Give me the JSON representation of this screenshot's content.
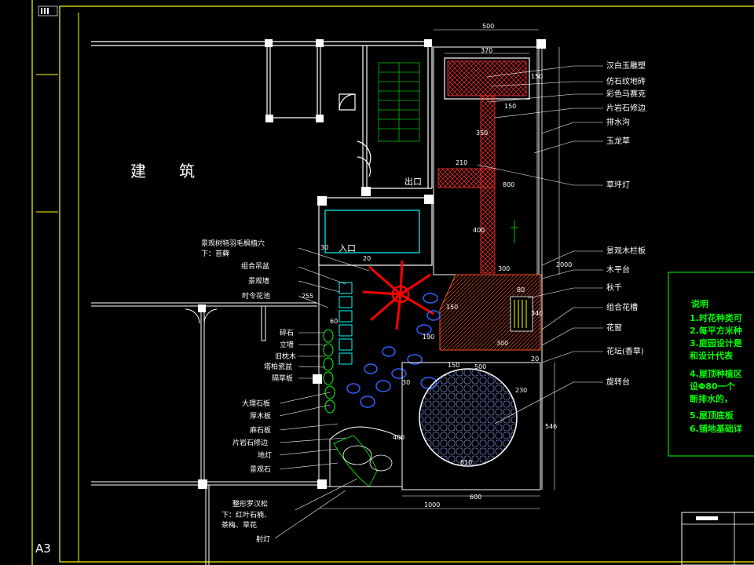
{
  "sheet": {
    "size_label": "A3"
  },
  "building": {
    "char1": "建",
    "char2": "筑"
  },
  "openings": {
    "exit": "出口",
    "entry": "入口"
  },
  "dims": {
    "d500": "500",
    "d370": "370",
    "d150a": "150",
    "d150b": "150",
    "d350": "350",
    "d210": "210",
    "d800": "800",
    "d400": "400",
    "d2000": "2000",
    "d300a": "300",
    "d80": "80",
    "d340": "340",
    "d300b": "300",
    "d150c": "150",
    "d500b": "500",
    "d150d": "150",
    "d190": "190",
    "d30a": "30",
    "d30b": "30",
    "d20": "20",
    "d60": "60",
    "d255": "255",
    "d20b": "20",
    "d230": "230",
    "d546": "546",
    "d810": "810",
    "d600": "600",
    "d1000": "1000",
    "d400b": "400"
  },
  "right_labels": [
    "汉白玉雕塑",
    "仿石纹地砖",
    "彩色马赛克",
    "片岩石修边",
    "排水沟",
    "玉龙草",
    "草坪灯",
    "景观木栏板",
    "木平台",
    "秋千",
    "组合花槽",
    "花窗",
    "花坛(香草)",
    "旋转台"
  ],
  "left_labels": {
    "tree_pit_1": "景观树特羽毛枫植穴",
    "tree_pit_2": "下：苔藓",
    "planter": "组合吊盆",
    "wall": "景观墙",
    "bench": "时令花池",
    "stepping": "碎石",
    "upright": "立墙",
    "sleeper": "旧枕木",
    "pot": "塔柏瓷盆",
    "grass_board": "隔草板",
    "marble": "大理石板",
    "timber": "厚木板",
    "slab": "麻石板",
    "edge": "片岩石修边",
    "lamp": "地灯",
    "rock": "景观石"
  },
  "bottom_labels": {
    "pine_1": "整形罗汉松",
    "pine_2": "下：红叶石楠、",
    "pine_3": "茶梅、草花",
    "spot": "射灯"
  },
  "notes": {
    "title": "说明",
    "lines": [
      "1.时花种类可",
      "2.每平方米种",
      "3.庭园设计是",
      "  和设计代表",
      "4.屋顶种植区",
      "  设Φ80一个",
      "  断排水的，",
      "5.屋顶底板",
      "6.铺地基础详"
    ]
  },
  "colors": {
    "frame": "#ffff00",
    "wall": "#ffffff",
    "cyan": "#00ffff",
    "red": "#ff0000",
    "brown": "#a0401a",
    "green": "#00ff00",
    "blue": "#3060ff",
    "notes": "#00ff00"
  }
}
